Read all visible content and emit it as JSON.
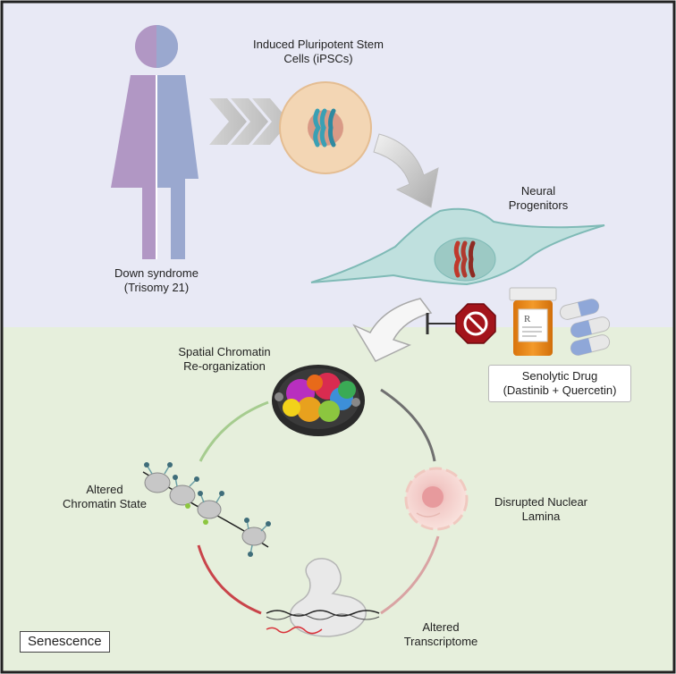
{
  "colors": {
    "top_panel": "#e8e9f5",
    "bottom_panel": "#e6efdc",
    "frame": "#222222",
    "figure_left": "#b197c4",
    "figure_right": "#9aa8cf",
    "ipsc_cell": "#f3d6b4",
    "neural_cell": "#bfe0de",
    "stop_sign": "#a3141b",
    "pill_bottle": "#e88a1a"
  },
  "labels": {
    "ipsc": [
      "Induced Pluripotent Stem",
      "Cells (iPSCs)"
    ],
    "neural": [
      "Neural",
      "Progenitors"
    ],
    "down_syndrome": [
      "Down syndrome",
      "(Trisomy 21)"
    ],
    "drug": [
      "Senolytic Drug",
      "(Dastinib + Quercetin)"
    ],
    "spatial": [
      "Spatial Chromatin",
      "Re-organization"
    ],
    "chromatin_state": [
      "Altered",
      "Chromatin State"
    ],
    "lamina": [
      "Disrupted Nuclear",
      "Lamina"
    ],
    "transcriptome": [
      "Altered",
      "Transcriptome"
    ],
    "senescence": "Senescence"
  },
  "icons": [
    "person-icon",
    "chevrons-icon",
    "ipsc-cell-icon",
    "curved-arrow-icon",
    "neural-cell-icon",
    "stop-sign-icon",
    "pill-bottle-icon",
    "capsule-icon",
    "nucleus-icon",
    "nucleosome-icon",
    "lamina-icon",
    "ribosome-icon"
  ]
}
